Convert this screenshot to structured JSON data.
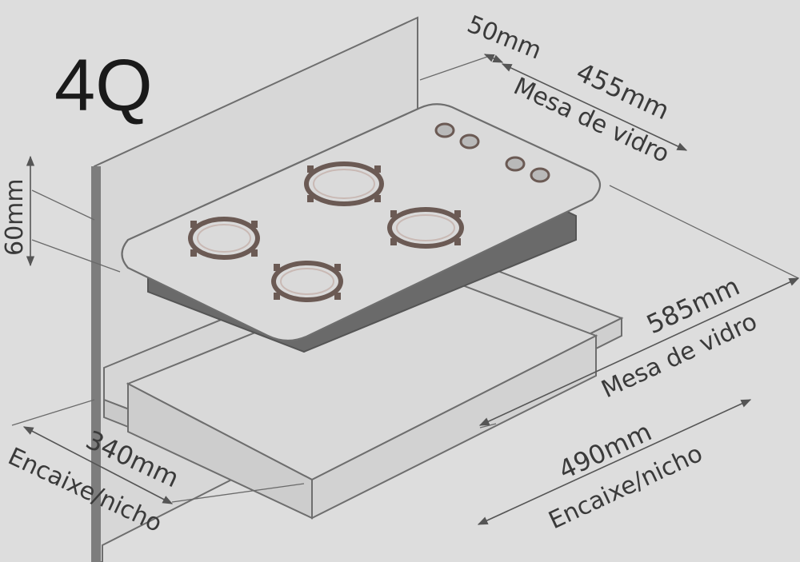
{
  "title": "4Q",
  "dimensions": {
    "gap": "50mm",
    "glass_depth": "455mm",
    "glass_depth_label": "Mesa de vidro",
    "height": "60mm",
    "glass_width": "585mm",
    "glass_width_label": "Mesa de vidro",
    "cutout_depth": "340mm",
    "cutout_depth_label": "Encaixe/nicho",
    "cutout_width": "490mm",
    "cutout_width_label": "Encaixe/nicho"
  },
  "colors": {
    "background": "#dddddd",
    "burner_ring": "#6b5a54",
    "line": "#555555"
  },
  "icons": [
    "burner-icon",
    "knob-icon"
  ]
}
